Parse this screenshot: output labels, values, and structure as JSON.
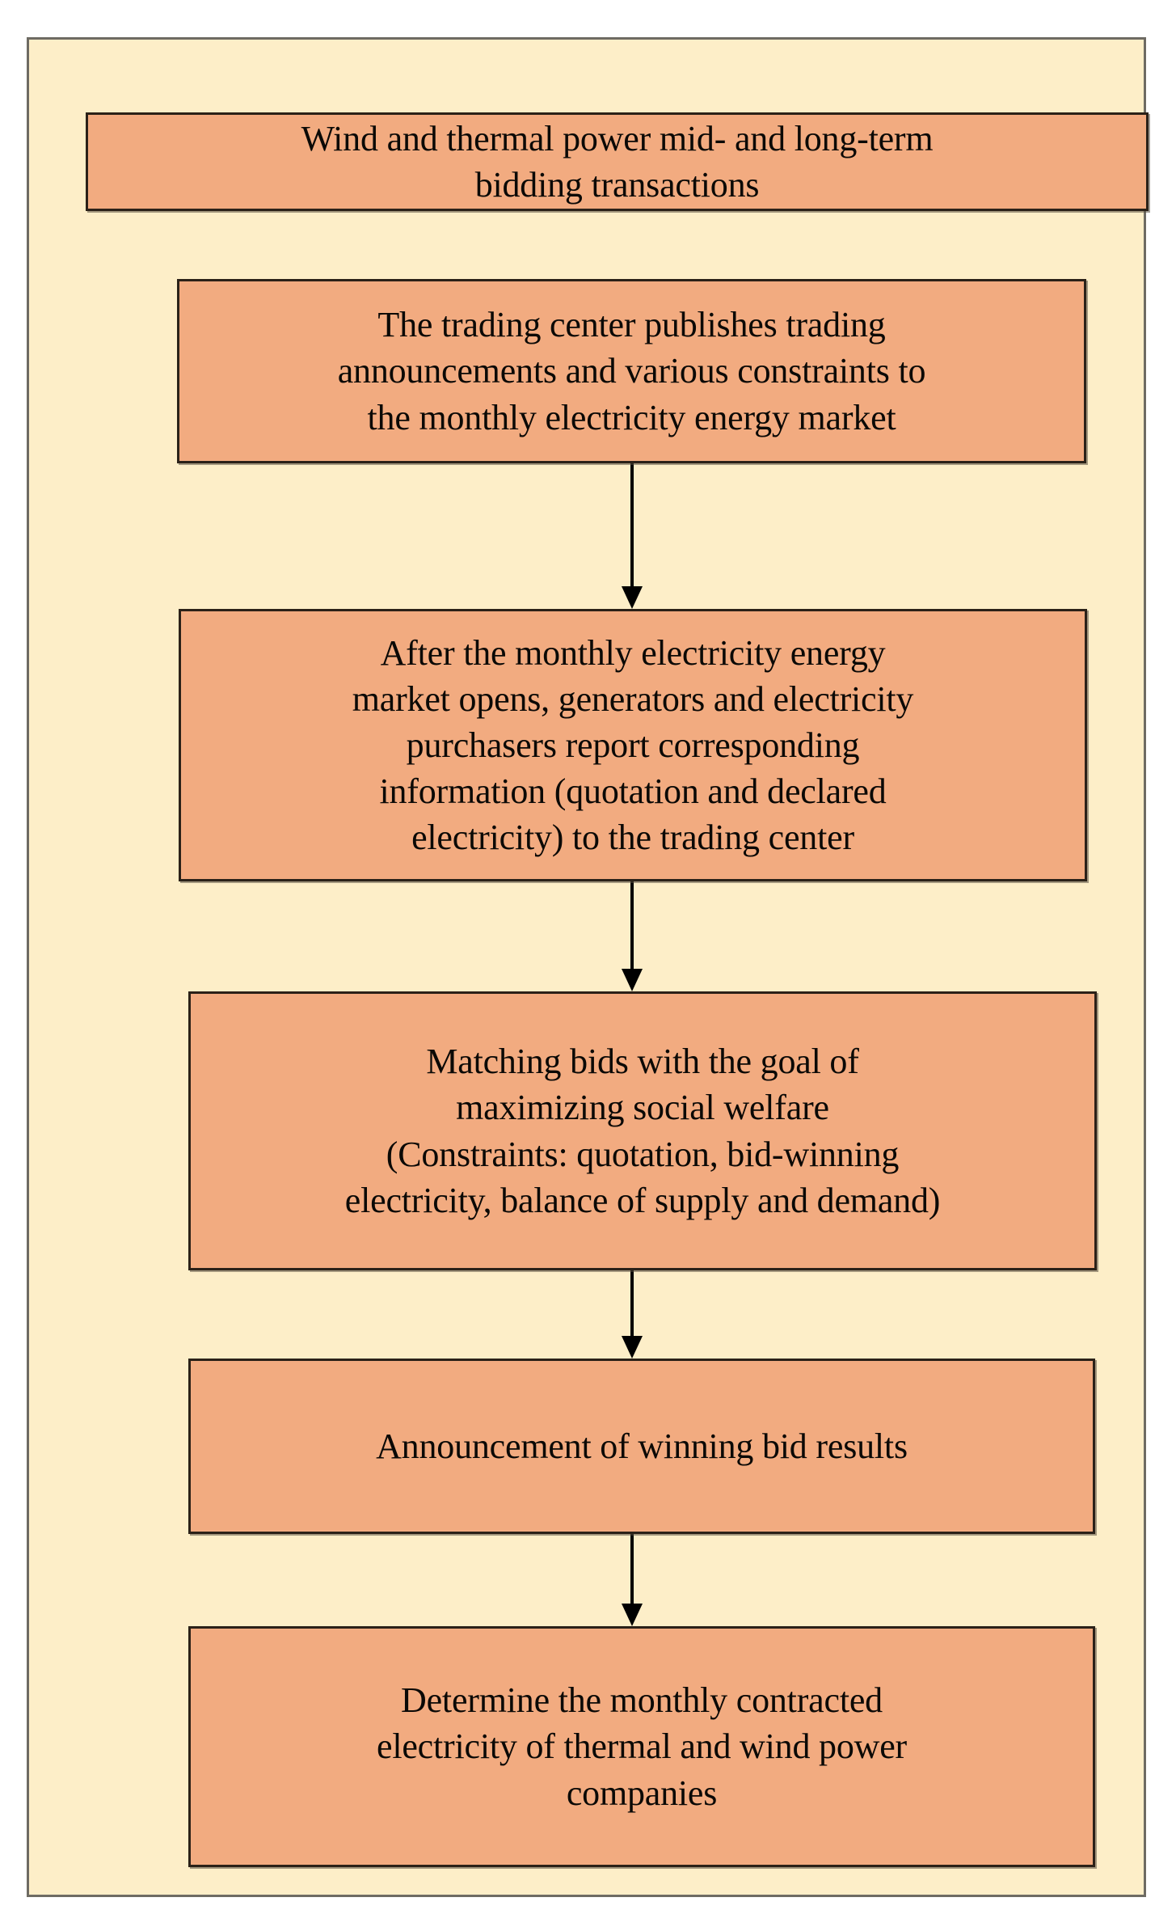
{
  "diagram": {
    "title": "Wind and thermal power mid- and long-term bidding transactions",
    "type": "flowchart",
    "orientation": "vertical",
    "colors": {
      "canvas_background": "#ffffff",
      "frame_background": "#fdeec8",
      "frame_border": "#6e6b63",
      "node_fill": "#f2ab80",
      "node_border": "#2b2118",
      "text": "#0b0906",
      "arrow": "#000000"
    },
    "nodes": [
      {
        "id": "node-0",
        "name": "header-node",
        "text": "Wind and thermal power mid- and long-term\nbidding transactions"
      },
      {
        "id": "node-1",
        "name": "publish-announcements-node",
        "text": "The trading center publishes trading\nannouncements and various constraints to\nthe monthly electricity energy market"
      },
      {
        "id": "node-2",
        "name": "report-information-node",
        "text": "After the monthly electricity energy\nmarket opens, generators and electricity\npurchasers report corresponding\ninformation (quotation and declared\nelectricity) to the trading center"
      },
      {
        "id": "node-3",
        "name": "matching-bids-node",
        "text": "Matching bids with the goal of\nmaximizing social welfare\n(Constraints: quotation, bid-winning\nelectricity, balance of supply and demand)"
      },
      {
        "id": "node-4",
        "name": "announce-results-node",
        "text": "Announcement of winning bid results"
      },
      {
        "id": "node-5",
        "name": "determine-contracted-electricity-node",
        "text": "Determine the monthly contracted\nelectricity of thermal and wind power\ncompanies"
      }
    ],
    "arrows": [
      {
        "id": "arrow-0",
        "name": "arrow-node0-to-node1",
        "from": "node-0",
        "to": "node-1",
        "direction": "down"
      },
      {
        "id": "arrow-1",
        "name": "arrow-node1-to-node2",
        "from": "node-1",
        "to": "node-2",
        "direction": "down"
      },
      {
        "id": "arrow-2",
        "name": "arrow-node2-to-node3",
        "from": "node-2",
        "to": "node-3",
        "direction": "down"
      },
      {
        "id": "arrow-3",
        "name": "arrow-node3-to-node4",
        "from": "node-3",
        "to": "node-4",
        "direction": "down"
      }
    ]
  }
}
